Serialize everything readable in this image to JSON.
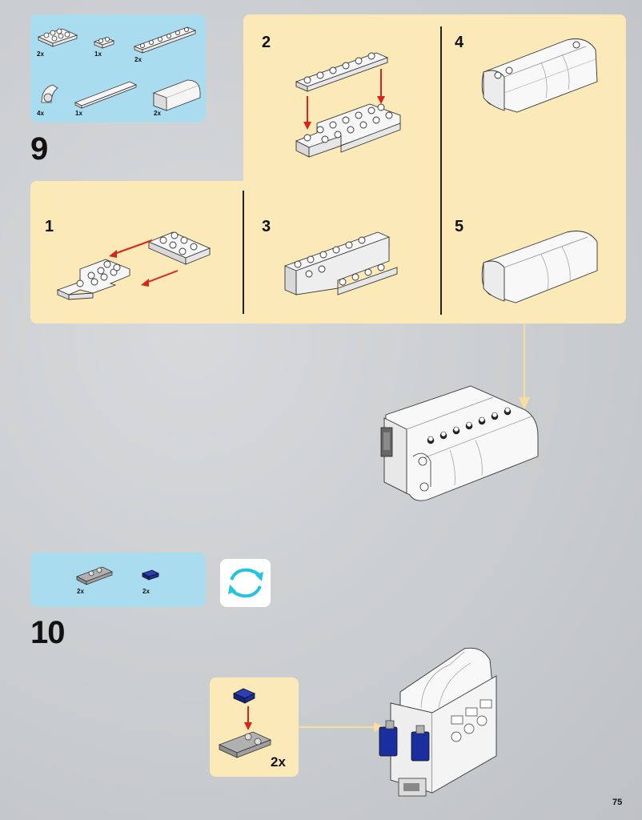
{
  "step9": {
    "number": "9",
    "parts": [
      {
        "qty": "2x"
      },
      {
        "qty": "1x"
      },
      {
        "qty": "2x"
      },
      {
        "qty": "4x"
      },
      {
        "qty": "1x"
      },
      {
        "qty": "2x"
      }
    ],
    "substeps": [
      "1",
      "2",
      "3",
      "4",
      "5"
    ]
  },
  "step10": {
    "number": "10",
    "parts": [
      {
        "qty": "2x"
      },
      {
        "qty": "2x"
      }
    ],
    "callout_qty": "2x"
  },
  "page_number": "75",
  "colors": {
    "parts_bg": "#a9dcef",
    "callout_bg": "#fbe9b8",
    "arrow_red": "#d8241b",
    "connector": "#f6dda0",
    "rotate_cyan": "#23c4e0",
    "blue_brick": "#1a2e9e"
  }
}
